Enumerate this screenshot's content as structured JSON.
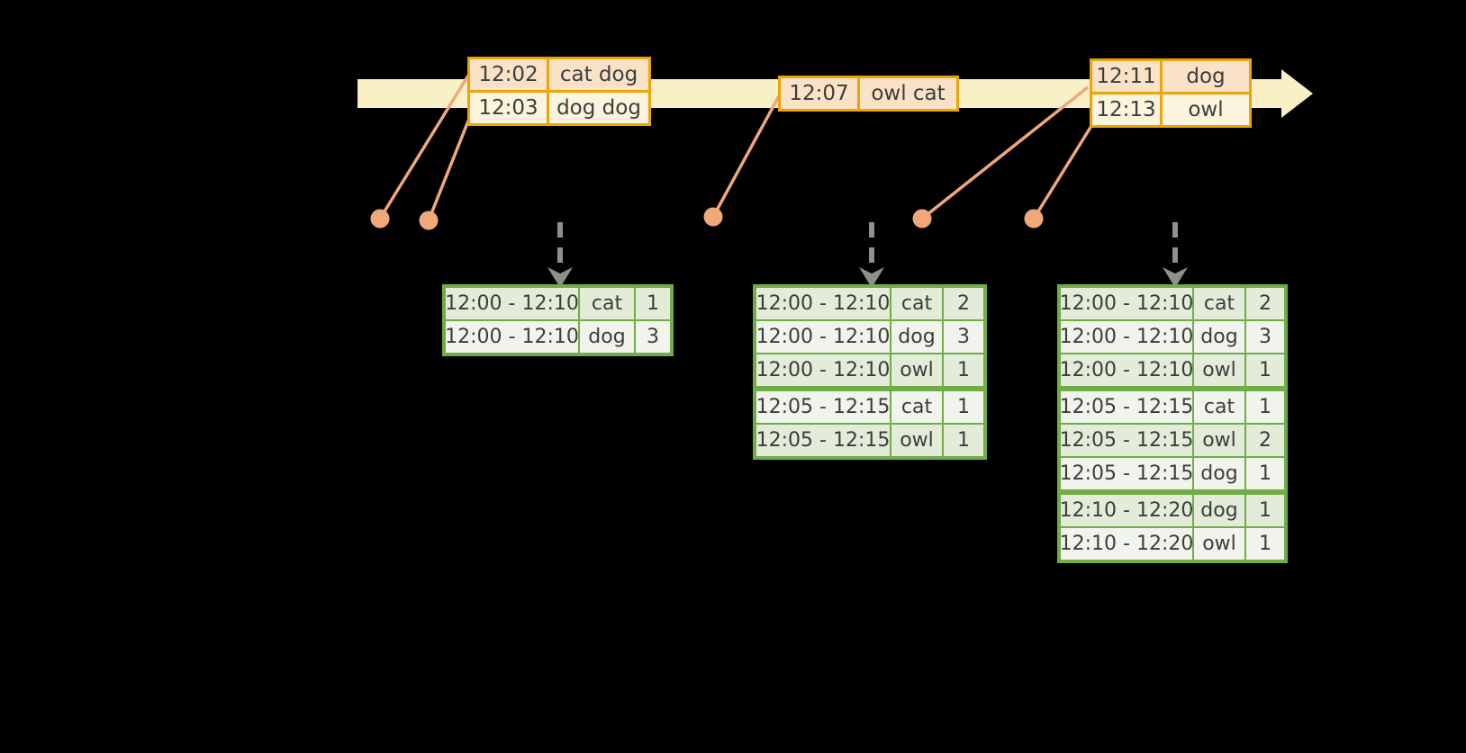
{
  "colors": {
    "background": "#000000",
    "timeline_fill": "#faf0c8",
    "event_border": "#eea406",
    "event_row_a": "#fae2c6",
    "event_row_b": "#fdf4dd",
    "connector": "#f0a87a",
    "trigger_arrow": "#8f8f8f",
    "result_border": "#70ad47",
    "result_row_a": "#e3ebd9",
    "result_row_b": "#f0f4ec",
    "text": "#3d3d3d"
  },
  "event_tables": [
    {
      "rows": [
        {
          "time": "12:02",
          "words": "cat dog"
        },
        {
          "time": "12:03",
          "words": "dog dog"
        }
      ]
    },
    {
      "rows": [
        {
          "time": "12:07",
          "words": "owl cat"
        }
      ]
    },
    {
      "rows": [
        {
          "time": "12:11",
          "words": "dog"
        },
        {
          "time": "12:13",
          "words": "owl"
        }
      ]
    }
  ],
  "result_tables": [
    {
      "rows": [
        {
          "window": "12:00 - 12:10",
          "word": "cat",
          "count": "1"
        },
        {
          "window": "12:00 - 12:10",
          "word": "dog",
          "count": "3"
        }
      ]
    },
    {
      "rows": [
        {
          "window": "12:00 - 12:10",
          "word": "cat",
          "count": "2"
        },
        {
          "window": "12:00 - 12:10",
          "word": "dog",
          "count": "3"
        },
        {
          "window": "12:00 - 12:10",
          "word": "owl",
          "count": "1"
        },
        {
          "window": "12:05 - 12:15",
          "word": "cat",
          "count": "1"
        },
        {
          "window": "12:05 - 12:15",
          "word": "owl",
          "count": "1"
        }
      ]
    },
    {
      "rows": [
        {
          "window": "12:00 - 12:10",
          "word": "cat",
          "count": "2"
        },
        {
          "window": "12:00 - 12:10",
          "word": "dog",
          "count": "3"
        },
        {
          "window": "12:00 - 12:10",
          "word": "owl",
          "count": "1"
        },
        {
          "window": "12:05 - 12:15",
          "word": "cat",
          "count": "1"
        },
        {
          "window": "12:05 - 12:15",
          "word": "owl",
          "count": "2"
        },
        {
          "window": "12:05 - 12:15",
          "word": "dog",
          "count": "1"
        },
        {
          "window": "12:10 - 12:20",
          "word": "dog",
          "count": "1"
        },
        {
          "window": "12:10 - 12:20",
          "word": "owl",
          "count": "1"
        }
      ]
    }
  ]
}
